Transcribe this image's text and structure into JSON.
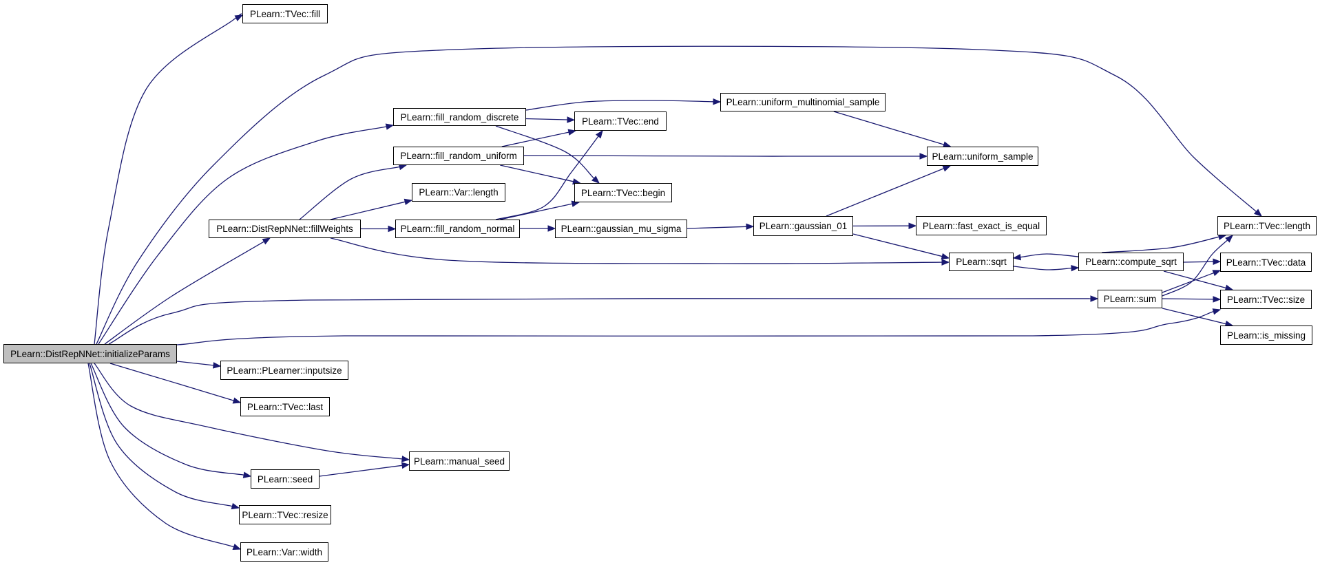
{
  "graph": {
    "nodes": [
      {
        "id": "initializeParams",
        "label": "PLearn::DistRepNNet::initializeParams",
        "root": true
      },
      {
        "id": "fill",
        "label": "PLearn::TVec::fill"
      },
      {
        "id": "fill_random_discrete",
        "label": "PLearn::fill_random_discrete"
      },
      {
        "id": "tvec_end",
        "label": "PLearn::TVec::end"
      },
      {
        "id": "uniform_multinomial_sample",
        "label": "PLearn::uniform_multinomial_sample"
      },
      {
        "id": "fill_random_uniform",
        "label": "PLearn::fill_random_uniform"
      },
      {
        "id": "uniform_sample",
        "label": "PLearn::uniform_sample"
      },
      {
        "id": "var_length",
        "label": "PLearn::Var::length"
      },
      {
        "id": "tvec_begin",
        "label": "PLearn::TVec::begin"
      },
      {
        "id": "fillWeights",
        "label": "PLearn::DistRepNNet::fillWeights"
      },
      {
        "id": "fill_random_normal",
        "label": "PLearn::fill_random_normal"
      },
      {
        "id": "gaussian_mu_sigma",
        "label": "PLearn::gaussian_mu_sigma"
      },
      {
        "id": "gaussian_01",
        "label": "PLearn::gaussian_01"
      },
      {
        "id": "fast_exact_is_equal",
        "label": "PLearn::fast_exact_is_equal"
      },
      {
        "id": "tvec_length",
        "label": "PLearn::TVec::length"
      },
      {
        "id": "sqrt",
        "label": "PLearn::sqrt"
      },
      {
        "id": "compute_sqrt",
        "label": "PLearn::compute_sqrt"
      },
      {
        "id": "tvec_data",
        "label": "PLearn::TVec::data"
      },
      {
        "id": "sum",
        "label": "PLearn::sum"
      },
      {
        "id": "tvec_size",
        "label": "PLearn::TVec::size"
      },
      {
        "id": "is_missing",
        "label": "PLearn::is_missing"
      },
      {
        "id": "inputsize",
        "label": "PLearn::PLearner::inputsize"
      },
      {
        "id": "tvec_last",
        "label": "PLearn::TVec::last"
      },
      {
        "id": "manual_seed",
        "label": "PLearn::manual_seed"
      },
      {
        "id": "seed",
        "label": "PLearn::seed"
      },
      {
        "id": "tvec_resize",
        "label": "PLearn::TVec::resize"
      },
      {
        "id": "var_width",
        "label": "PLearn::Var::width"
      }
    ],
    "edges": [
      [
        "initializeParams",
        "fill"
      ],
      [
        "initializeParams",
        "tvec_length"
      ],
      [
        "initializeParams",
        "fill_random_discrete"
      ],
      [
        "initializeParams",
        "fillWeights"
      ],
      [
        "initializeParams",
        "sum"
      ],
      [
        "initializeParams",
        "tvec_size"
      ],
      [
        "initializeParams",
        "inputsize"
      ],
      [
        "initializeParams",
        "tvec_last"
      ],
      [
        "initializeParams",
        "manual_seed"
      ],
      [
        "initializeParams",
        "seed"
      ],
      [
        "initializeParams",
        "tvec_resize"
      ],
      [
        "initializeParams",
        "var_width"
      ],
      [
        "fill_random_discrete",
        "tvec_end"
      ],
      [
        "fill_random_discrete",
        "uniform_multinomial_sample"
      ],
      [
        "fill_random_discrete",
        "tvec_begin"
      ],
      [
        "uniform_multinomial_sample",
        "uniform_sample"
      ],
      [
        "fill_random_uniform",
        "tvec_end"
      ],
      [
        "fill_random_uniform",
        "uniform_sample"
      ],
      [
        "fill_random_uniform",
        "tvec_begin"
      ],
      [
        "fillWeights",
        "fill_random_uniform"
      ],
      [
        "fillWeights",
        "var_length"
      ],
      [
        "fillWeights",
        "fill_random_normal"
      ],
      [
        "fillWeights",
        "sqrt"
      ],
      [
        "fill_random_normal",
        "tvec_end"
      ],
      [
        "fill_random_normal",
        "tvec_begin"
      ],
      [
        "fill_random_normal",
        "gaussian_mu_sigma"
      ],
      [
        "gaussian_mu_sigma",
        "gaussian_01"
      ],
      [
        "gaussian_01",
        "uniform_sample"
      ],
      [
        "gaussian_01",
        "fast_exact_is_equal"
      ],
      [
        "gaussian_01",
        "sqrt"
      ],
      [
        "sqrt",
        "compute_sqrt"
      ],
      [
        "compute_sqrt",
        "sqrt"
      ],
      [
        "compute_sqrt",
        "tvec_length"
      ],
      [
        "compute_sqrt",
        "tvec_data"
      ],
      [
        "compute_sqrt",
        "tvec_size"
      ],
      [
        "sum",
        "tvec_length"
      ],
      [
        "sum",
        "tvec_data"
      ],
      [
        "sum",
        "tvec_size"
      ],
      [
        "sum",
        "is_missing"
      ],
      [
        "seed",
        "manual_seed"
      ]
    ]
  }
}
